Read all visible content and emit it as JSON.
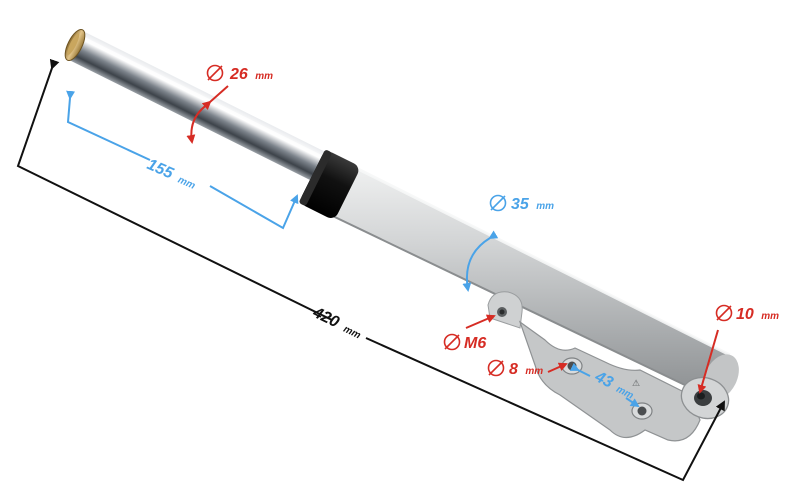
{
  "colors": {
    "red": "#d62c24",
    "blue": "#4aa3e8",
    "black": "#111111",
    "chrome_mid": "#8f959c",
    "alloy": "#c8cacb"
  },
  "dimensions": {
    "overall": {
      "value": "420",
      "unit": "mm"
    },
    "chrome": {
      "value": "155",
      "unit": "mm"
    },
    "tube_dia": {
      "symbol": "⌀",
      "value": "26",
      "unit": "mm"
    },
    "leg_dia": {
      "symbol": "⌀",
      "value": "35",
      "unit": "mm"
    },
    "thread": {
      "symbol": "⌀",
      "value": "M6"
    },
    "hole": {
      "symbol": "⌀",
      "value": "8",
      "unit": "mm"
    },
    "spacing": {
      "value": "43",
      "unit": "mm"
    },
    "axle": {
      "symbol": "⌀",
      "value": "10",
      "unit": "mm"
    }
  }
}
